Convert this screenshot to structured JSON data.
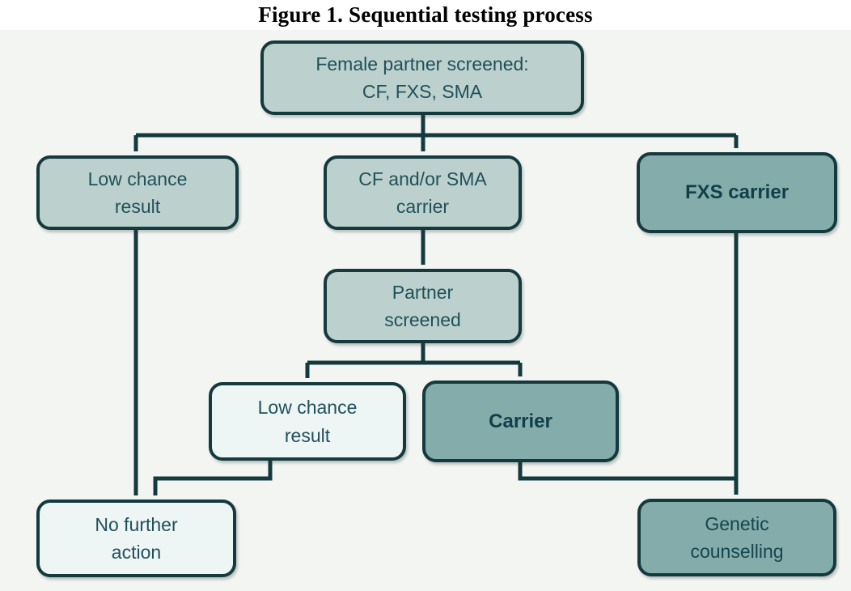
{
  "figure_title": "Figure 1. Sequential testing process",
  "diagram": {
    "type": "flowchart",
    "nodes": [
      {
        "id": "female-partner-screened",
        "label": "Female partner screened:\nCF, FXS, SMA",
        "style": "light-teal",
        "bold": false
      },
      {
        "id": "low-chance-result-1",
        "label": "Low chance\nresult",
        "style": "light-teal",
        "bold": false
      },
      {
        "id": "cf-sma-carrier",
        "label": "CF and/or SMA\ncarrier",
        "style": "light-teal",
        "bold": false
      },
      {
        "id": "fxs-carrier",
        "label": "FXS carrier",
        "style": "dark-teal",
        "bold": true
      },
      {
        "id": "partner-screened",
        "label": "Partner\nscreened",
        "style": "light-teal",
        "bold": false
      },
      {
        "id": "low-chance-result-2",
        "label": "Low chance\nresult",
        "style": "pale",
        "bold": false
      },
      {
        "id": "carrier",
        "label": "Carrier",
        "style": "dark-teal",
        "bold": true
      },
      {
        "id": "no-further-action",
        "label": "No further\naction",
        "style": "pale",
        "bold": false
      },
      {
        "id": "genetic-counselling",
        "label": "Genetic\ncounselling",
        "style": "dark-teal",
        "bold": false
      }
    ],
    "edges": [
      {
        "from": "female-partner-screened",
        "to": "low-chance-result-1"
      },
      {
        "from": "female-partner-screened",
        "to": "cf-sma-carrier"
      },
      {
        "from": "female-partner-screened",
        "to": "fxs-carrier"
      },
      {
        "from": "cf-sma-carrier",
        "to": "partner-screened"
      },
      {
        "from": "partner-screened",
        "to": "low-chance-result-2"
      },
      {
        "from": "partner-screened",
        "to": "carrier"
      },
      {
        "from": "low-chance-result-1",
        "to": "no-further-action"
      },
      {
        "from": "low-chance-result-2",
        "to": "no-further-action"
      },
      {
        "from": "carrier",
        "to": "genetic-counselling"
      },
      {
        "from": "fxs-carrier",
        "to": "genetic-counselling"
      }
    ]
  },
  "colors": {
    "light_teal_fill": "#bcd1ce",
    "dark_teal_fill": "#83acaa",
    "pale_fill": "#edf5f5",
    "outline_and_lines": "#143a3e",
    "text_regular": "#215059",
    "text_bold": "#113e49",
    "canvas_background": "#f3f5f2",
    "title_background": "#ffffff",
    "title_text": "#000000"
  }
}
